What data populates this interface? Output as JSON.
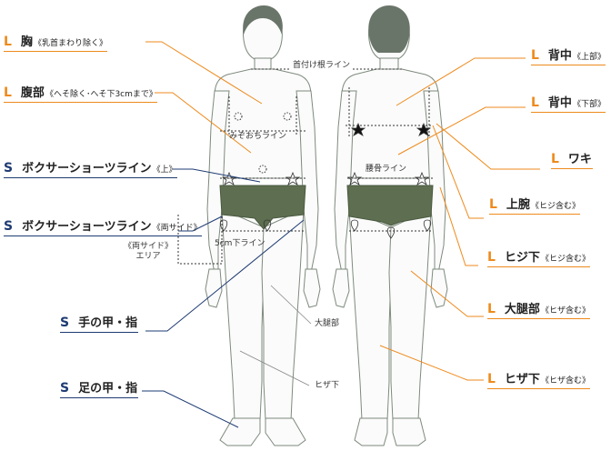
{
  "left_labels": [
    {
      "size": "L",
      "name": "胸",
      "note": "《乳首まわり除く》"
    },
    {
      "size": "L",
      "name": "腹部",
      "note": "《へそ除く･へそ下3cmまで》"
    },
    {
      "size": "S",
      "name": "ボクサーショーツライン",
      "note": "《上》"
    },
    {
      "size": "S",
      "name": "ボクサーショーツライン",
      "note": "《両サイド》"
    },
    {
      "size": "S",
      "name": "手の甲・指",
      "note": ""
    },
    {
      "size": "S",
      "name": "足の甲・指",
      "note": ""
    }
  ],
  "right_labels": [
    {
      "size": "L",
      "name": "背中",
      "note": "《上部》"
    },
    {
      "size": "L",
      "name": "背中",
      "note": "《下部》"
    },
    {
      "size": "L",
      "name": "ワキ",
      "note": ""
    },
    {
      "size": "L",
      "name": "上腕",
      "note": "《ヒジ含む》"
    },
    {
      "size": "L",
      "name": "ヒジ下",
      "note": "《ヒジ含む》"
    },
    {
      "size": "L",
      "name": "大腿部",
      "note": "《ヒザ含む》"
    },
    {
      "size": "L",
      "name": "ヒザ下",
      "note": "《ヒザ含む》"
    }
  ],
  "side_area_note": {
    "line1": "《両サイド》",
    "line2": "エリア"
  },
  "body_lines": {
    "neck": "首付け根ライン",
    "solar_plexus": "みぞおちライン",
    "hip_bone": "腰骨ライン",
    "five_cm": "5cm下ライン",
    "thigh": "大腿部",
    "below_knee": "ヒザ下"
  },
  "colors": {
    "L": "#ee8a1c",
    "S": "#1e3b73",
    "shorts": "#5e6e50",
    "skin_outline": "#7d8a7d"
  }
}
